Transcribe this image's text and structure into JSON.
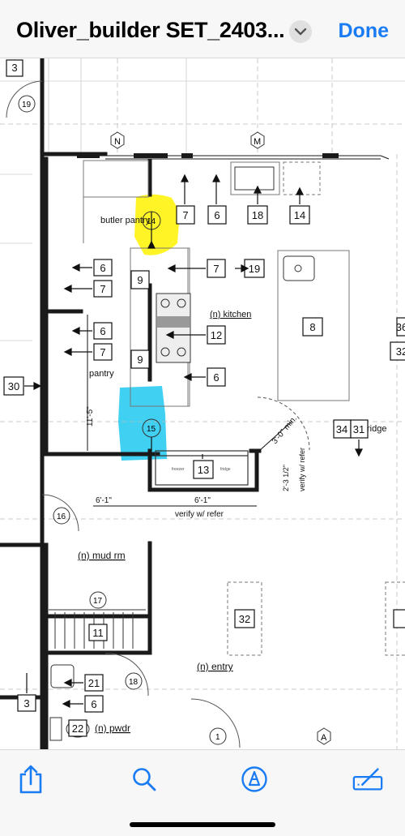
{
  "header": {
    "title": "Oliver_builder SET_2403...",
    "done_label": "Done"
  },
  "icons": {
    "title_menu": "chevron-down-icon",
    "share": "share-icon",
    "search": "search-icon",
    "markup": "markup-pen-icon",
    "annotate": "signature-icon"
  },
  "colors": {
    "accent": "#1a7cf5",
    "highlight_yellow": "#fff200",
    "highlight_cyan": "#1ec8f0"
  },
  "plan": {
    "grid_markers": [
      "N",
      "M",
      "A"
    ],
    "circle_tags": [
      "19",
      "14",
      "15",
      "16",
      "17",
      "18",
      "1"
    ],
    "box_tags": [
      "7",
      "6",
      "18",
      "14",
      "6",
      "7",
      "19",
      "7",
      "9",
      "8",
      "12",
      "6",
      "7",
      "6",
      "9",
      "30",
      "13",
      "34",
      "31",
      "11",
      "32",
      "21",
      "6",
      "3",
      "22",
      "3",
      "36",
      "32"
    ],
    "room_labels": [
      "butler pantry",
      "(n) kitchen",
      "pantry",
      "(n) mud rm",
      "(n) entry",
      "(n) pwdr",
      "ridge"
    ],
    "dimensions": [
      "11'-5\"",
      "6'-1\"",
      "6'-1\"",
      "verify w/ refer",
      "3'-0\" min.",
      "2'-3 1/2\"",
      "verify w/ refer"
    ],
    "appliance_labels": [
      "freezer",
      "fridge"
    ]
  }
}
